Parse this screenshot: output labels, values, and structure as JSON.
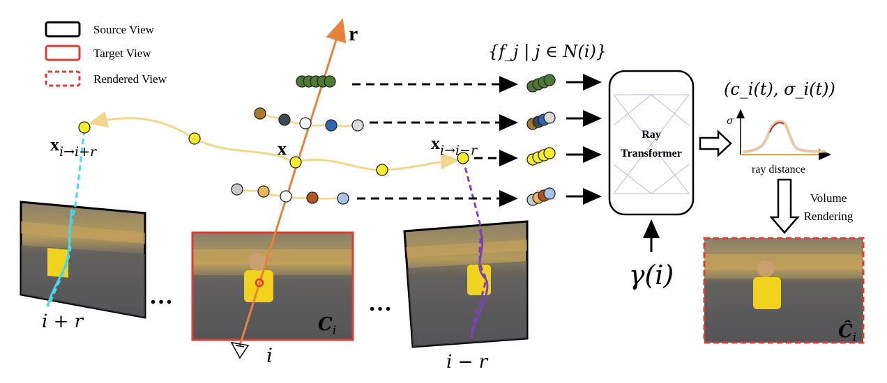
{
  "legend": {
    "source": "Source View",
    "target": "Target View",
    "rendered": "Rendered View"
  },
  "labels": {
    "ray": "r",
    "feature_set": "{f_j | j ∈ N(i)}",
    "output": "(c_i(t), σ_i(t))",
    "sigma": "σ",
    "ray_distance": "ray distance",
    "transformer_line1": "Ray",
    "transformer_line2": "Transformer",
    "time_embed": "γ(i)",
    "volume_line1": "Volume",
    "volume_line2": "Rendering",
    "point_x": "x",
    "x_fwd_base": "x",
    "x_fwd_sub": "i→i+r",
    "x_bwd_base": "x",
    "x_bwd_sub": "i→i−r",
    "frame_fwd": "i + r",
    "frame_bwd": "i − r",
    "frame_target": "i",
    "target_image": "C",
    "target_image_sub": "i",
    "rendered_image": "Ĉ",
    "rendered_image_sub": "i",
    "ellipsis": "…"
  },
  "colors": {
    "ray": "#e8823a",
    "flow": "#f2d68a",
    "target": "#e03a32",
    "fwd_line": "#44d8ee",
    "bwd_line": "#7a44b8",
    "green": "#4f7a35",
    "yellow": "#f4ee2a"
  }
}
